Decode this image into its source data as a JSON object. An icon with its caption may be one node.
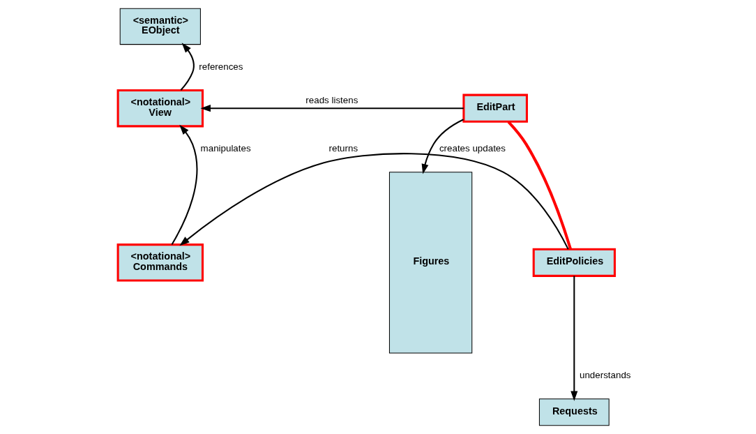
{
  "diagram": {
    "nodes": [
      {
        "text": [
          "<semantic>",
          "EObject"
        ]
      },
      {
        "text": [
          "<notational>",
          "View"
        ]
      },
      {
        "text": [
          "EditPart"
        ]
      },
      {
        "text": [
          "Figures"
        ]
      },
      {
        "text": [
          "<notational>",
          "Commands"
        ]
      },
      {
        "text": [
          "EditPolicies"
        ]
      },
      {
        "text": [
          "Requests"
        ]
      }
    ],
    "edges": [
      {
        "from": 1,
        "to": 0,
        "arrow": "to",
        "label": "references"
      },
      {
        "from": 2,
        "to": 1,
        "arrow": "to",
        "label": "reads listens"
      },
      {
        "from": 2,
        "to": 5,
        "arrow": "none",
        "color": "#ff0000",
        "style": "thick"
      },
      {
        "from": 2,
        "to": 3,
        "arrow": "to",
        "label": "creates updates"
      },
      {
        "from": 4,
        "to": 1,
        "arrow": "to",
        "label": "manipulates"
      },
      {
        "from": 5,
        "to": 4,
        "arrow": "to",
        "label": "returns"
      },
      {
        "from": 5,
        "to": 6,
        "arrow": "to",
        "label": "understands"
      }
    ]
  }
}
